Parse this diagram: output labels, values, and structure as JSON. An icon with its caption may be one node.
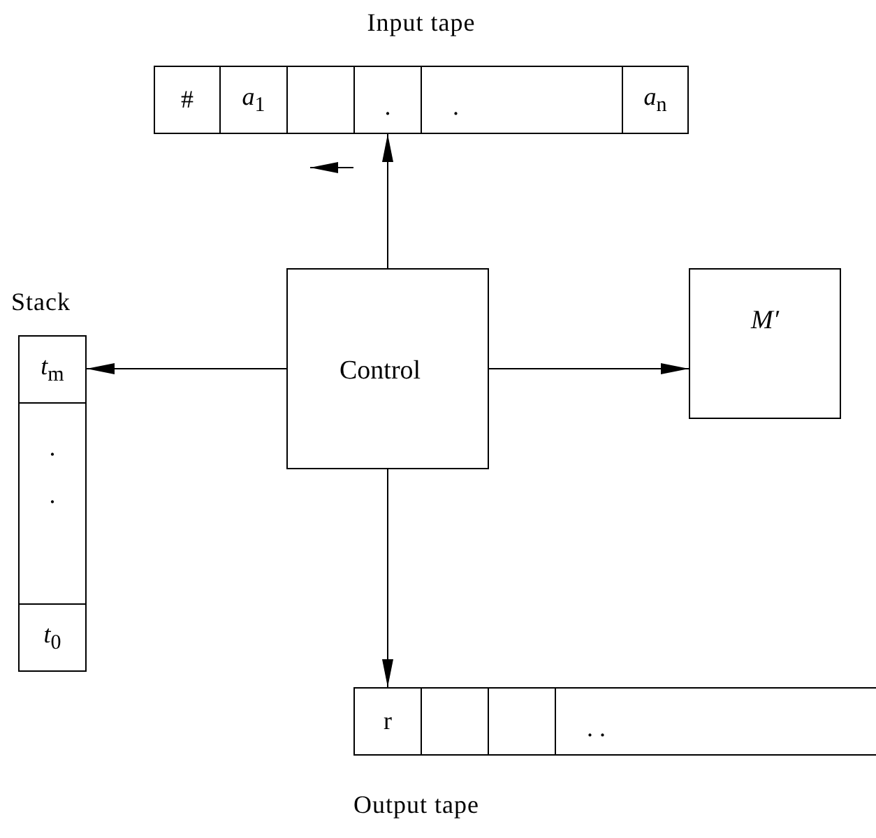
{
  "diagram": {
    "nodes": [
      {
        "text": [
          "Input tape"
        ]
      },
      {
        "text": [
          "#"
        ],
        "in": 0
      },
      {
        "text": [
          "*a*$_{1}$"
        ],
        "in": 0
      },
      {
        "text": [],
        "shape": "box",
        "in": 0
      },
      {
        "text": [
          "."
        ],
        "in": 0
      },
      {
        "text": [
          "."
        ],
        "in": 0
      },
      {
        "text": [
          "*a*$_{n}$"
        ],
        "in": 0
      },
      {
        "text": [
          "Control"
        ]
      },
      {
        "text": [
          "M′"
        ]
      },
      {
        "text": [
          "Stack"
        ]
      },
      {
        "text": [
          "*t*$_{m}$"
        ],
        "in": 9
      },
      {
        "text": [
          ". ."
        ],
        "in": 9
      },
      {
        "text": [
          "*t*$_{0}$"
        ],
        "in": 9
      },
      {
        "text": [
          "Output tape"
        ]
      },
      {
        "text": [
          "r"
        ],
        "in": 13
      },
      {
        "text": [],
        "shape": "box",
        "in": 13
      },
      {
        "text": [],
        "shape": "box",
        "in": 13
      },
      {
        "text": [
          ". ."
        ],
        "in": 13
      }
    ],
    "edges": [
      {
        "from": 7,
        "to": 4,
        "arrow": "to"
      },
      {
        "from": 7,
        "to": 10,
        "arrow": "to"
      },
      {
        "from": 7,
        "to": 8,
        "arrow": "to"
      },
      {
        "from": 7,
        "to": 14,
        "arrow": "to"
      }
    ]
  }
}
